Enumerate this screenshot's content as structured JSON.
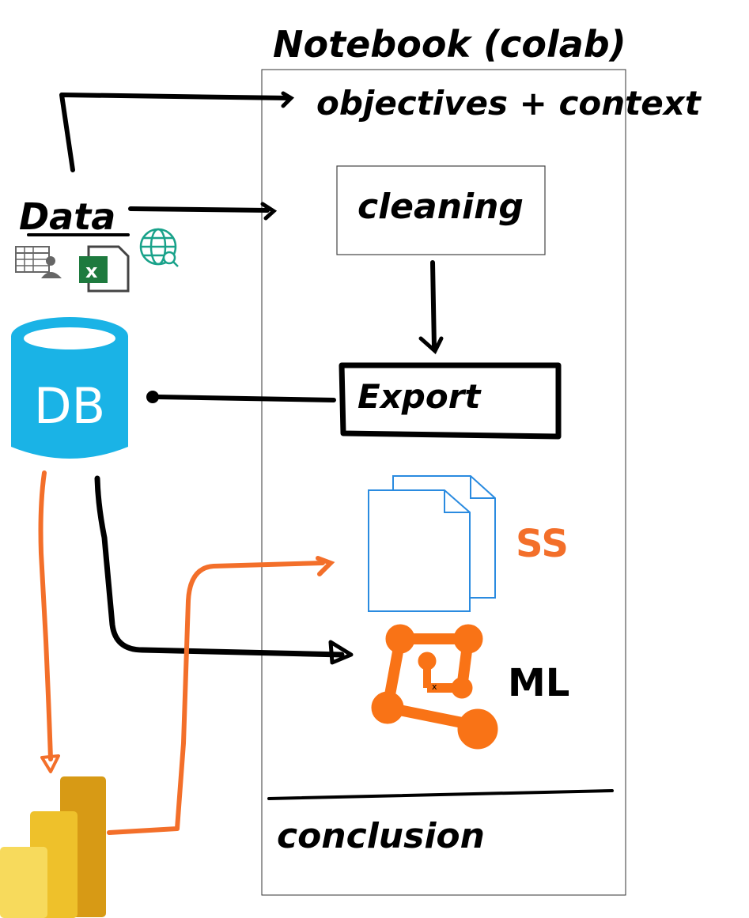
{
  "notebook": {
    "title": "Notebook (colab)",
    "objectives": "objectives + context",
    "cleaning": "cleaning",
    "export": "Export",
    "conclusion": "conclusion"
  },
  "data_source": {
    "label": "Data",
    "icons": [
      "table-user-icon",
      "excel-icon",
      "web-search-icon"
    ]
  },
  "database": {
    "label": "DB",
    "color": "#1ab3e6"
  },
  "outputs": {
    "ss_label": "SS",
    "ml_label": "ML",
    "ml_marker": "x"
  },
  "colors": {
    "ink": "#000000",
    "accent_orange": "#f36f2a",
    "doc_blue": "#2a8be0",
    "powerbi_dark": "#d79a15",
    "powerbi_mid": "#eec12b",
    "powerbi_light": "#f7da5c"
  }
}
